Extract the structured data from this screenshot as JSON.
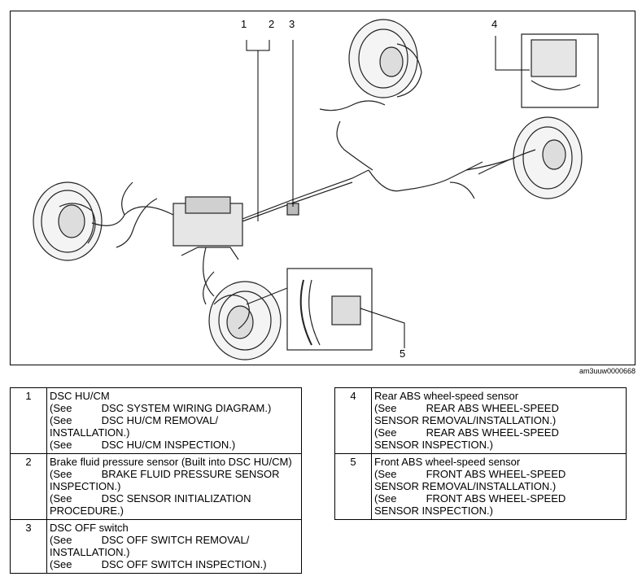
{
  "callouts": [
    "1",
    "2",
    "3",
    "4",
    "5"
  ],
  "image_code": "am3uuw0000668",
  "legend_left": [
    {
      "num": "1",
      "lines": [
        "DSC HU/CM",
        "(See          DSC SYSTEM WIRING DIAGRAM.)",
        "(See          DSC HU/CM REMOVAL/",
        "INSTALLATION.)",
        "(See          DSC HU/CM INSPECTION.)"
      ]
    },
    {
      "num": "2",
      "lines": [
        "Brake fluid pressure sensor (Built into DSC HU/CM)",
        "(See          BRAKE FLUID PRESSURE SENSOR",
        "INSPECTION.)",
        "(See          DSC SENSOR INITIALIZATION",
        "PROCEDURE.)"
      ]
    },
    {
      "num": "3",
      "lines": [
        "DSC OFF switch",
        "(See          DSC OFF SWITCH REMOVAL/",
        "INSTALLATION.)",
        "(See          DSC OFF SWITCH INSPECTION.)"
      ]
    }
  ],
  "legend_right": [
    {
      "num": "4",
      "lines": [
        "Rear ABS wheel-speed sensor",
        "(See          REAR ABS WHEEL-SPEED",
        "SENSOR REMOVAL/INSTALLATION.)",
        "(See          REAR ABS WHEEL-SPEED",
        "SENSOR INSPECTION.)"
      ]
    },
    {
      "num": "5",
      "lines": [
        "Front ABS wheel-speed sensor",
        "(See          FRONT ABS WHEEL-SPEED",
        "SENSOR REMOVAL/INSTALLATION.)",
        "(See          FRONT ABS WHEEL-SPEED",
        "SENSOR INSPECTION.)"
      ]
    }
  ]
}
